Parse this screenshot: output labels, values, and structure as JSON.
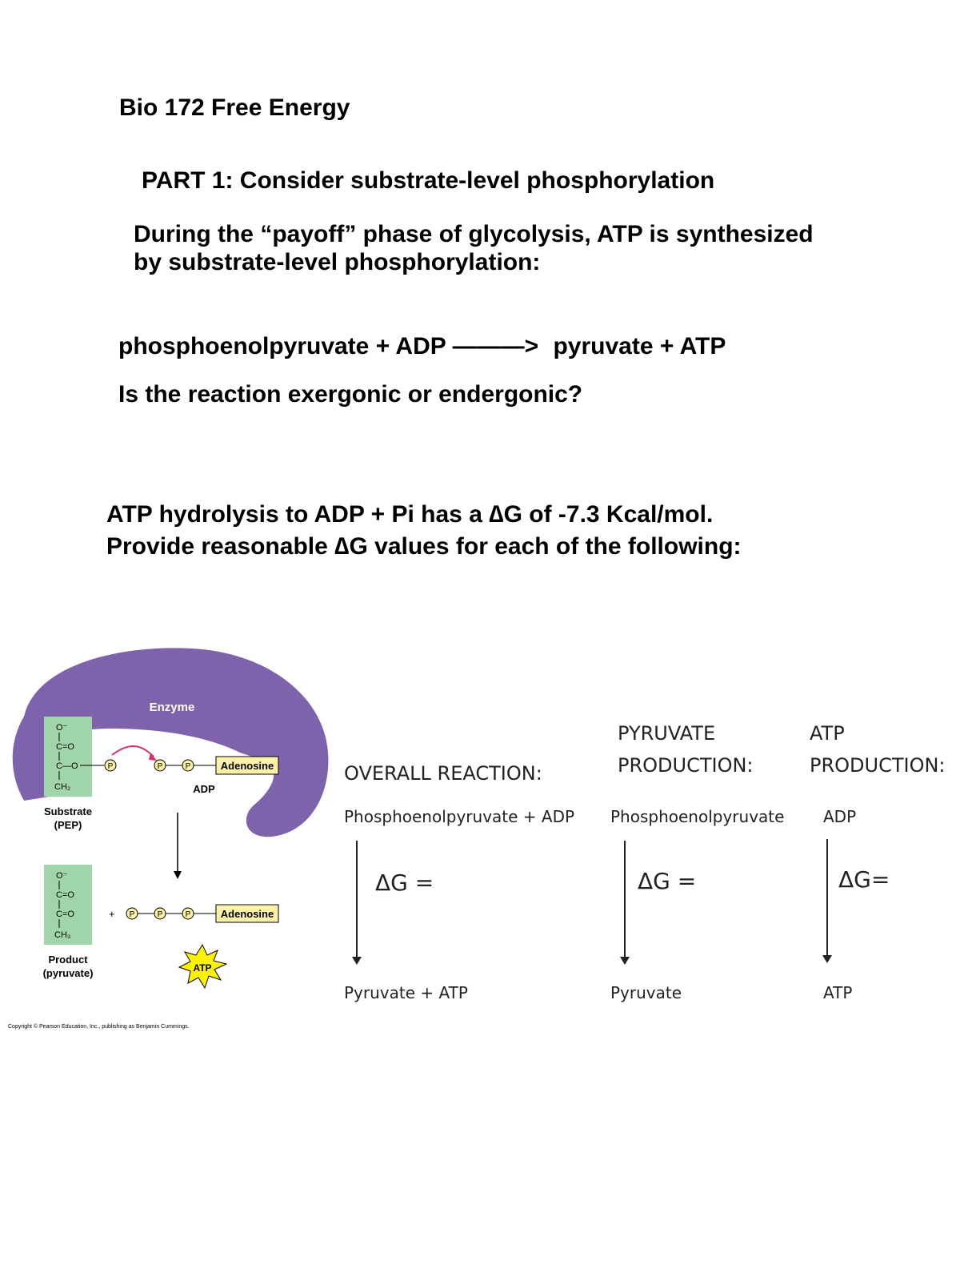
{
  "header": {
    "title": "Bio 172 Free Energy"
  },
  "part1": {
    "heading": "PART 1:  Consider substrate-level phosphorylation",
    "intro_line1": "During the “payoff” phase of glycolysis, ATP is synthesized",
    "intro_line2": "by substrate-level phosphorylation:",
    "reaction_left": "phosphoenolpyruvate + ADP",
    "reaction_arrow": "———>",
    "reaction_right": "pyruvate + ATP",
    "question": "Is the reaction exergonic or endergonic?"
  },
  "hydrolysis": {
    "line1": "ATP hydrolysis to ADP + Pi has a ∆G of -7.3 Kcal/mol.",
    "line2": "Provide reasonable ∆G values for each of the following:"
  },
  "figure": {
    "enzyme_label": "Enzyme",
    "substrate_label_line1": "Substrate",
    "substrate_label_line2": "(PEP)",
    "adp_label": "ADP",
    "adenosine_label": "Adenosine",
    "product_label_line1": "Product",
    "product_label_line2": "(pyruvate)",
    "atp_label": "ATP",
    "p_label": "P",
    "copyright": "Copyright © Pearson Education, Inc., publishing as Benjamin Cummings."
  },
  "columns": [
    {
      "heading_line1": "",
      "heading_line2": "OVERALL REACTION:",
      "top": "Phosphoenolpyruvate + ADP",
      "dg": "ΔG =",
      "bottom": "Pyruvate + ATP"
    },
    {
      "heading_line1": "PYRUVATE",
      "heading_line2": "PRODUCTION:",
      "top": "Phosphoenolpyruvate",
      "dg": "ΔG =",
      "bottom": "Pyruvate"
    },
    {
      "heading_line1": "ATP",
      "heading_line2": "PRODUCTION:",
      "top": "ADP",
      "dg": "ΔG=",
      "bottom": "ATP"
    }
  ],
  "colors": {
    "enzyme": "#7e63ac",
    "substrate_box": "#9fd5a9",
    "adenosine_box": "#fdf1a8",
    "atp_burst": "#fff200",
    "arrow_red": "#d6336c"
  }
}
